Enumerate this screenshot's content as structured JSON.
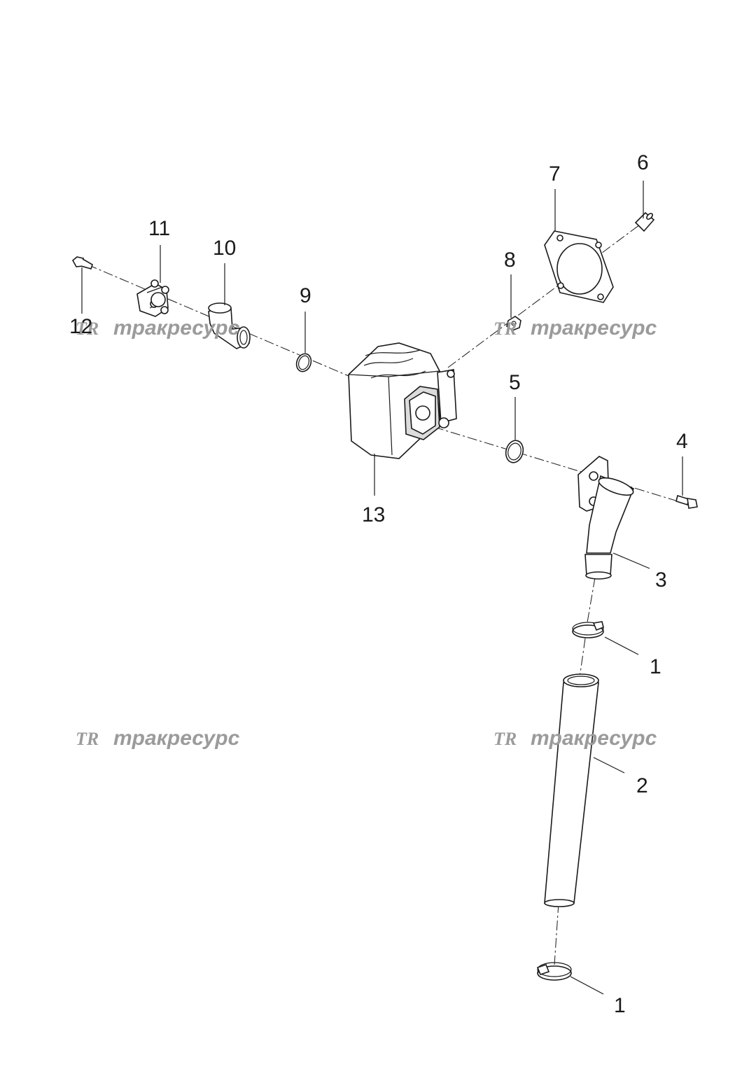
{
  "callouts": {
    "c1a": "1",
    "c1b": "1",
    "c2": "2",
    "c3": "3",
    "c4": "4",
    "c5": "5",
    "c6": "6",
    "c7": "7",
    "c8": "8",
    "c9": "9",
    "c10": "10",
    "c11": "11",
    "c12": "12",
    "c13": "13"
  },
  "watermark": {
    "logo": "TR",
    "text": "тракресурс"
  }
}
